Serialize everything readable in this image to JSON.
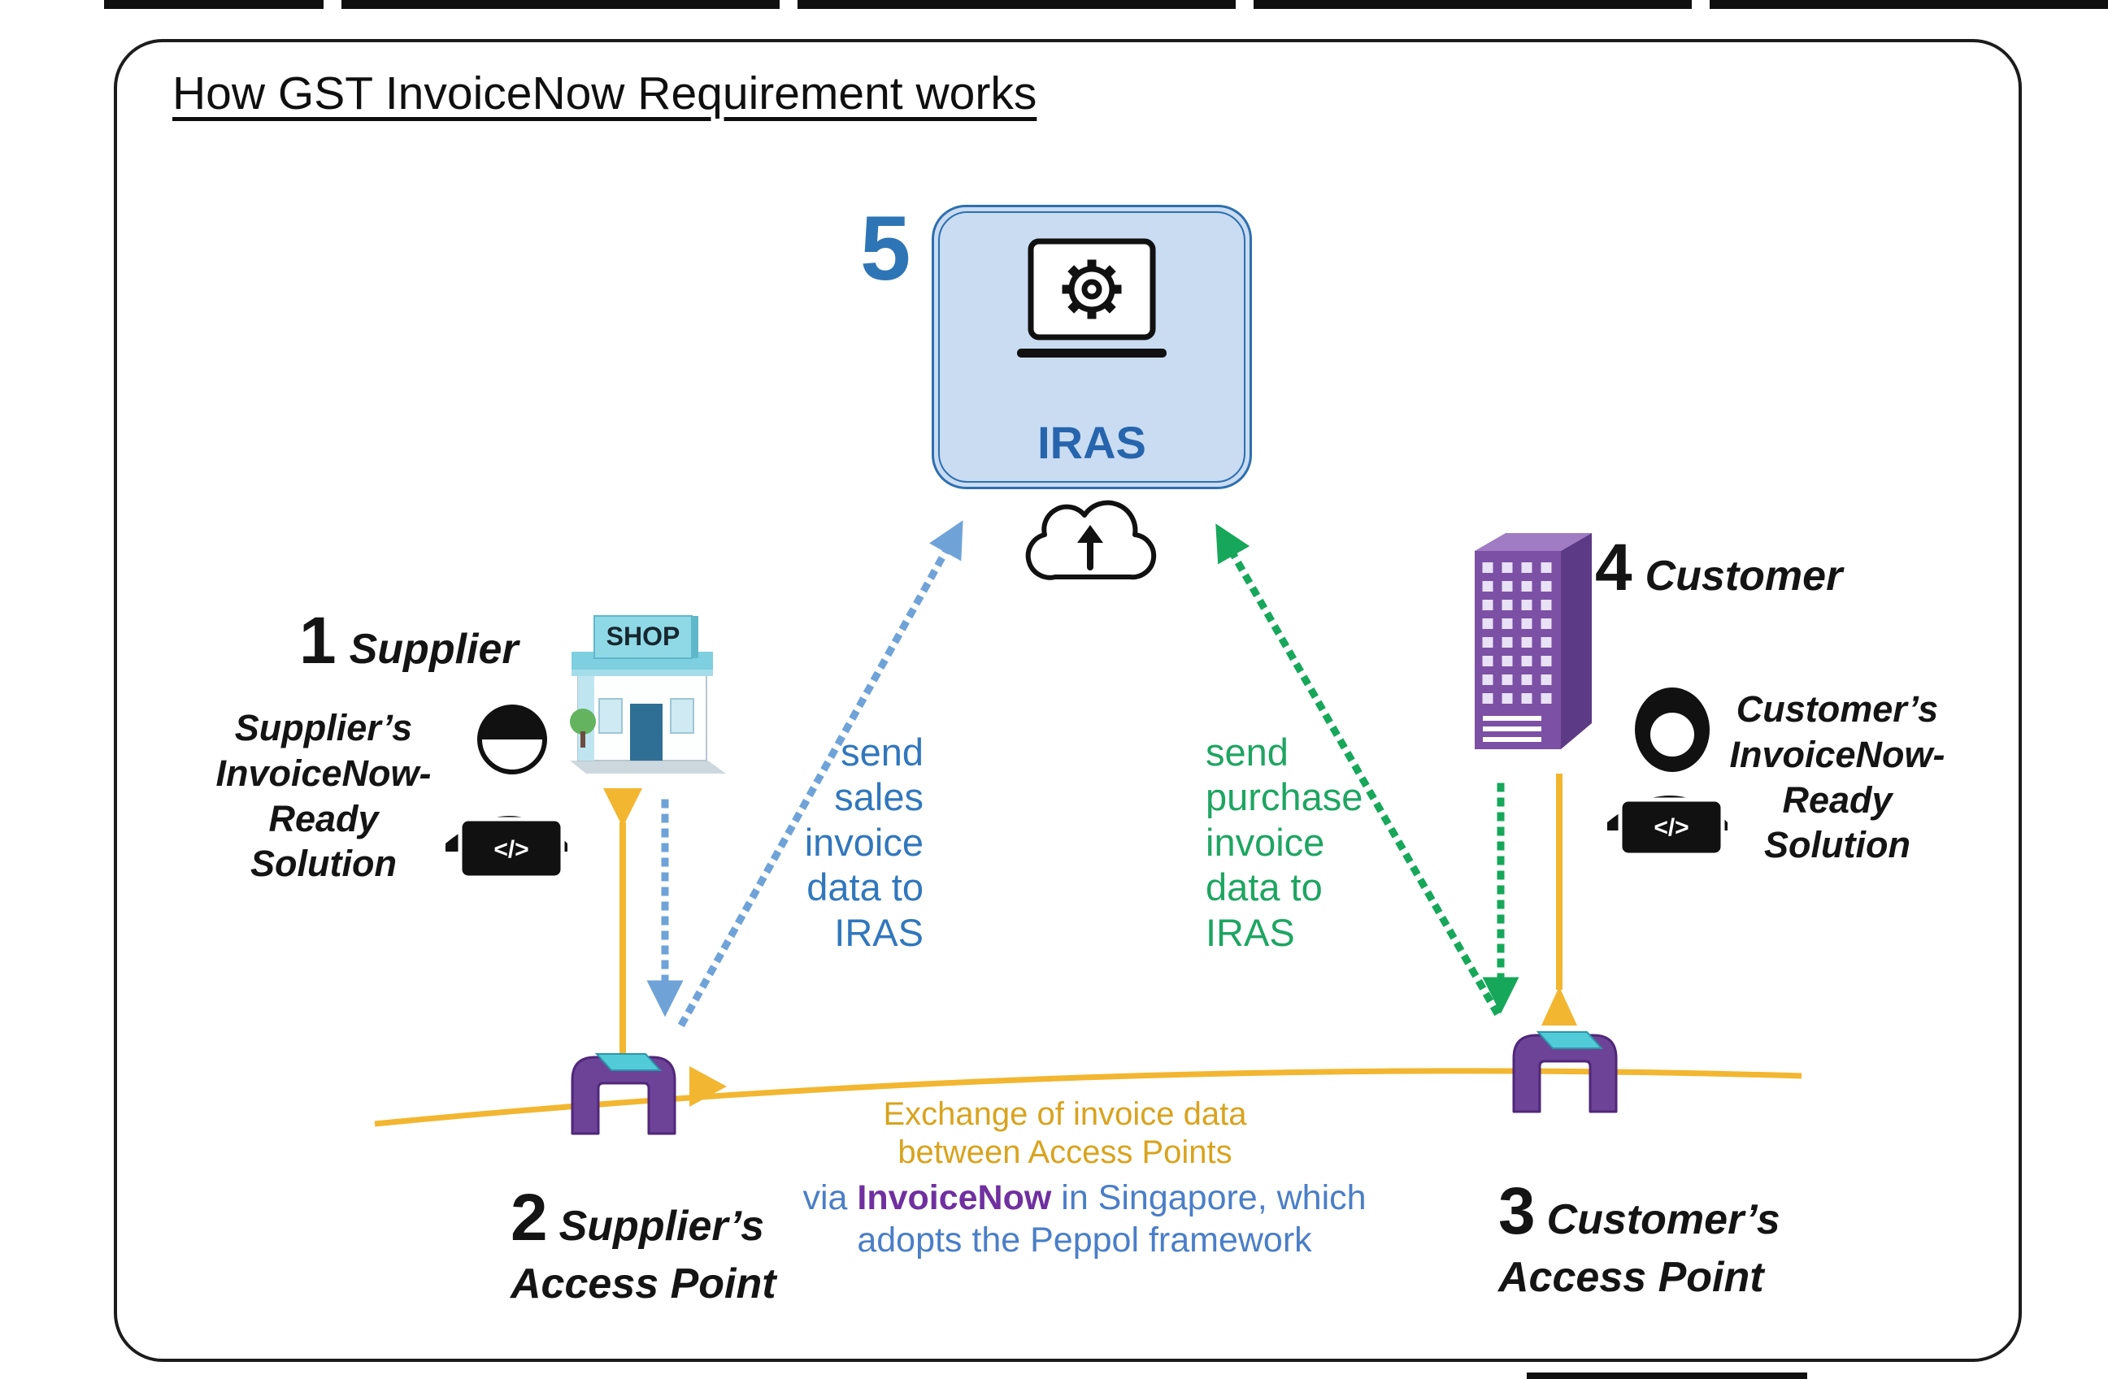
{
  "title": "How GST InvoiceNow Requirement works",
  "steps": {
    "s1": {
      "num": "1",
      "label": "Supplier"
    },
    "s2": {
      "num": "2",
      "line1": "Supplier’s",
      "line2": "Access Point"
    },
    "s3": {
      "num": "3",
      "line1": "Customer’s",
      "line2": "Access Point"
    },
    "s4": {
      "num": "4",
      "label": "Customer"
    },
    "s5": {
      "num": "5",
      "label": "IRAS"
    }
  },
  "supplier_solution": [
    "Supplier’s",
    "InvoiceNow-",
    "Ready",
    "Solution"
  ],
  "customer_solution": [
    "Customer’s",
    "InvoiceNow-",
    "Ready",
    "Solution"
  ],
  "icons": {
    "shop_sign": "SHOP",
    "laptop_code": "</>"
  },
  "flow_sales": [
    "send",
    "sales",
    "invoice",
    "data to",
    "IRAS"
  ],
  "flow_purchase": [
    "send",
    "purchase",
    "invoice",
    "data to",
    "IRAS"
  ],
  "exchange": {
    "line1": "Exchange of invoice data",
    "line2": "between Access Points"
  },
  "via": {
    "pre": "via ",
    "brand": "InvoiceNow",
    "post": " in Singapore, which",
    "line2": "adopts the Peppol framework"
  },
  "colors": {
    "iras_border_blue": "#2d6fb0",
    "iras_fill": "#cadcf2",
    "arrow_blue": "#6fa3d8",
    "text_blue": "#3177bd",
    "arrow_green": "#17a75a",
    "text_green": "#1ea562",
    "yellow": "#f2b630",
    "gold_text": "#d9a31e",
    "via_blue": "#4a7ec8",
    "invoicenow_purple": "#7030a0",
    "access_point_purple": "#6d4397",
    "building_purple": "#7b50a5"
  }
}
